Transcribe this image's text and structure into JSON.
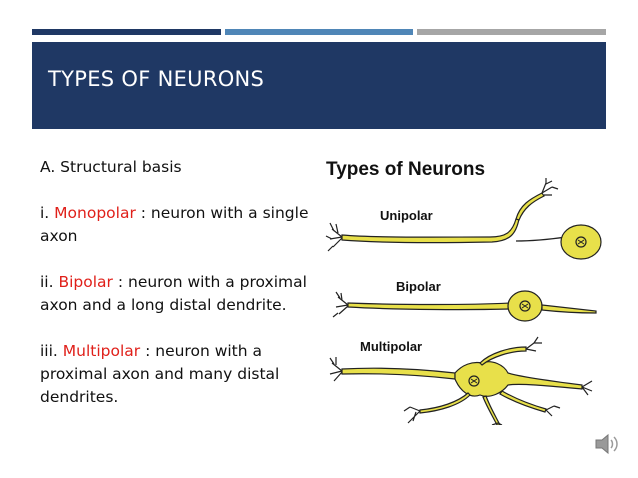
{
  "header": {
    "title": "TYPES OF NEURONS"
  },
  "content": {
    "heading": "A.  Structural basis",
    "items": [
      {
        "prefix": "i. ",
        "term": "Monopolar",
        "rest": " : neuron with a single axon"
      },
      {
        "prefix": "ii. ",
        "term": "Bipolar",
        "rest": " : neuron with a proximal axon and a long distal dendrite."
      },
      {
        "prefix": "iii. ",
        "term": "Multipolar",
        "rest": " : neuron with a proximal axon and many distal dendrites."
      }
    ]
  },
  "figure": {
    "title": "Types  of  Neurons",
    "labels": {
      "unipolar": "Unipolar",
      "bipolar": "Bipolar",
      "multipolar": "Multipolar"
    }
  },
  "colors": {
    "header": "#1f3864",
    "accent_blue": "#4f86b7",
    "gray": "#a6a6a6",
    "term_red": "#e0201a",
    "neuron": "#e8e04a"
  },
  "icons": {
    "audio": "speaker-icon"
  }
}
